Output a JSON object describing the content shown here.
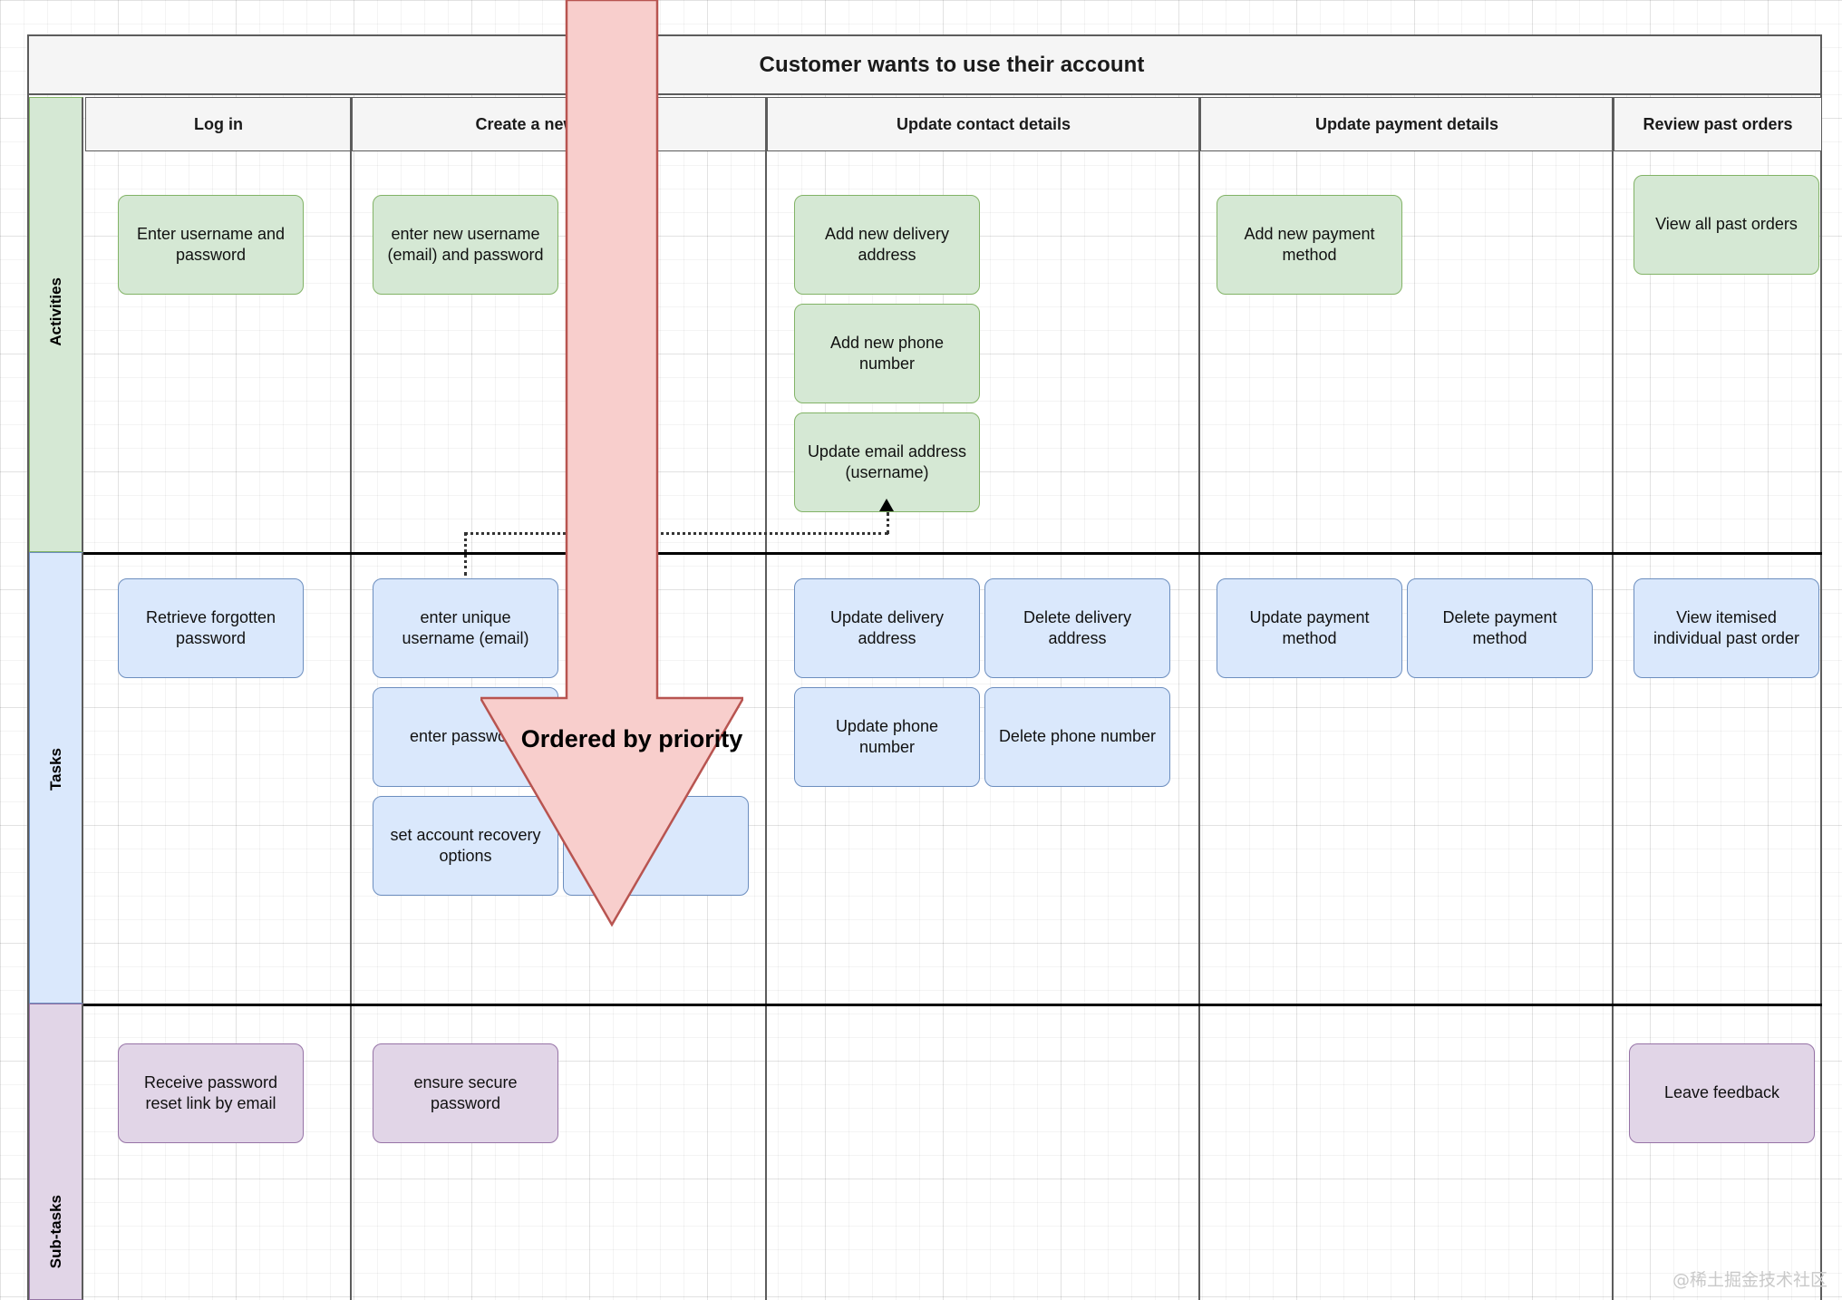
{
  "goal": {
    "title": "Customer wants to use their account"
  },
  "bands": [
    {
      "id": "activities",
      "label": "Activities",
      "color": "#d5e8d4",
      "border": "#82b366"
    },
    {
      "id": "tasks",
      "label": "Tasks",
      "color": "#dae8fc",
      "border": "#6c8ebf"
    },
    {
      "id": "subtasks",
      "label": "Sub-tasks",
      "color": "#e1d5e7",
      "border": "#9673a6"
    }
  ],
  "columns": [
    {
      "id": "log-in",
      "label": "Log in"
    },
    {
      "id": "create-account",
      "label": "Create a new account"
    },
    {
      "id": "update-contact",
      "label": "Update contact details"
    },
    {
      "id": "update-payment",
      "label": "Update payment details"
    },
    {
      "id": "review-orders",
      "label": "Review past orders"
    }
  ],
  "cards": {
    "activities": [
      {
        "column": "log-in",
        "text": "Enter username and\npassword"
      },
      {
        "column": "create-account",
        "text": "enter new username\n(email) and password"
      },
      {
        "column": "update-contact",
        "text": "Add new delivery\naddress"
      },
      {
        "column": "update-contact",
        "text": "Add new phone\nnumber"
      },
      {
        "column": "update-contact",
        "text": "Update email address\n(username)"
      },
      {
        "column": "update-payment",
        "text": "Add new payment\nmethod"
      },
      {
        "column": "review-orders",
        "text": "View all past orders"
      }
    ],
    "tasks": [
      {
        "column": "log-in",
        "text": "Retrieve forgotten\npassword"
      },
      {
        "column": "create-account",
        "text": "enter unique\nusername (email)"
      },
      {
        "column": "create-account",
        "text": "enter password"
      },
      {
        "column": "create-account",
        "text": "set account recovery\noptions"
      },
      {
        "column": "update-contact",
        "text": "Update delivery\naddress"
      },
      {
        "column": "update-contact",
        "text": "Delete delivery\naddress"
      },
      {
        "column": "update-contact",
        "text": "Update phone\nnumber"
      },
      {
        "column": "update-contact",
        "text": "Delete phone number"
      },
      {
        "column": "update-payment",
        "text": "Update payment\nmethod"
      },
      {
        "column": "update-payment",
        "text": "Delete payment\nmethod"
      },
      {
        "column": "review-orders",
        "text": "View itemised\nindividual past order"
      }
    ],
    "subtasks": [
      {
        "column": "log-in",
        "text": "Receive password\nreset link by email"
      },
      {
        "column": "create-account",
        "text": "ensure secure\npassword"
      },
      {
        "column": "review-orders",
        "text": "Leave feedback"
      }
    ]
  },
  "annotation": {
    "priority_label": "Ordered by priority",
    "arrow_fill": "#f8cecc",
    "arrow_stroke": "#b85450"
  },
  "watermark": {
    "text": "@稀土掘金技术社区"
  }
}
